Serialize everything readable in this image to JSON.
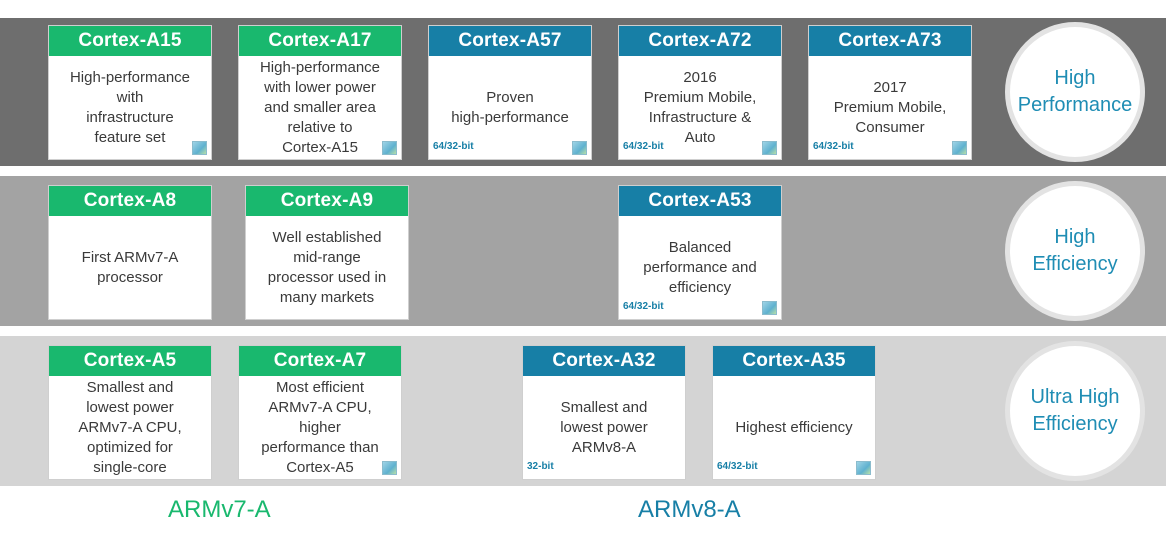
{
  "tiers": [
    {
      "label_line1": "High",
      "label_line2": "Performance"
    },
    {
      "label_line1": "High",
      "label_line2": "Efficiency"
    },
    {
      "label_line1": "Ultra High",
      "label_line2": "Efficiency"
    }
  ],
  "cards": {
    "a15": {
      "title": "Cortex-A15",
      "desc": "High-performance\nwith\ninfrastructure\nfeature set"
    },
    "a17": {
      "title": "Cortex-A17",
      "desc": "High-performance\nwith lower power\nand smaller area\nrelative to\nCortex-A15"
    },
    "a57": {
      "title": "Cortex-A57",
      "desc": "Proven\nhigh-performance",
      "bits": "64/32-bit"
    },
    "a72": {
      "title": "Cortex-A72",
      "desc": "2016\nPremium Mobile,\nInfrastructure &\nAuto",
      "bits": "64/32-bit"
    },
    "a73": {
      "title": "Cortex-A73",
      "desc": "2017\nPremium Mobile,\nConsumer",
      "bits": "64/32-bit"
    },
    "a8": {
      "title": "Cortex-A8",
      "desc": "First ARMv7-A\nprocessor"
    },
    "a9": {
      "title": "Cortex-A9",
      "desc": "Well established\nmid-range\nprocessor used in\nmany markets"
    },
    "a53": {
      "title": "Cortex-A53",
      "desc": "Balanced\nperformance and\nefficiency",
      "bits": "64/32-bit"
    },
    "a5": {
      "title": "Cortex-A5",
      "desc": "Smallest and\nlowest power\nARMv7-A CPU,\noptimized for\nsingle-core"
    },
    "a7": {
      "title": "Cortex-A7",
      "desc": "Most efficient\nARMv7-A CPU,\nhigher\nperformance than\nCortex-A5"
    },
    "a32": {
      "title": "Cortex-A32",
      "desc": "Smallest and\nlowest power\nARMv8-A",
      "bits": "32-bit"
    },
    "a35": {
      "title": "Cortex-A35",
      "desc": "Highest efficiency",
      "bits": "64/32-bit"
    }
  },
  "architectures": {
    "v7": "ARMv7-A",
    "v8": "ARMv8-A"
  },
  "colors": {
    "armv7": "#19b86e",
    "armv8": "#177fa6",
    "tier_label": "#1f8db4"
  }
}
